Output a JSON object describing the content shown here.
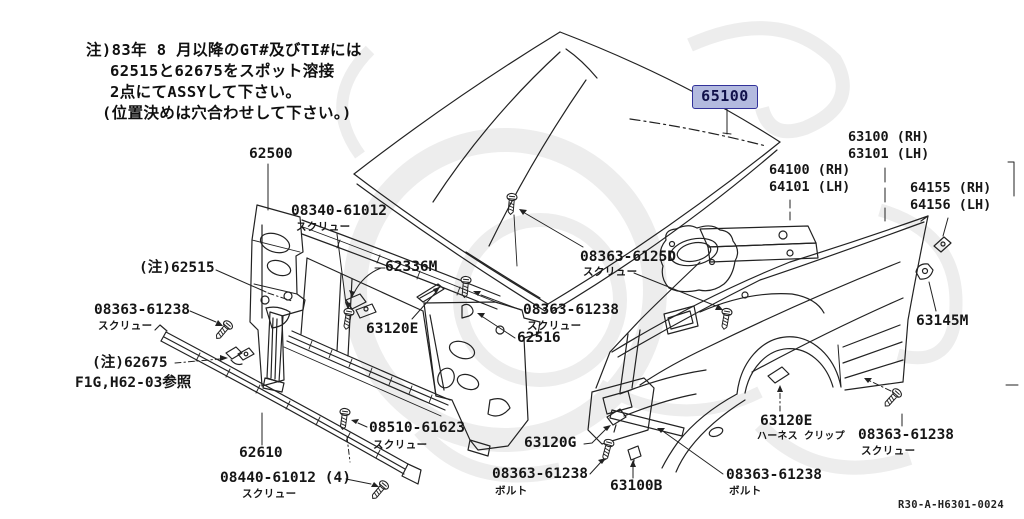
{
  "note": {
    "lines": [
      "注)83年 8 月以降のGT#及びTI#には",
      "62515と62675をスポット溶接",
      "2点にてASSYして下さい。",
      "(位置決めは穴合わせして下さい。)"
    ]
  },
  "highlight": {
    "part": "65100",
    "fill": "#b3badf",
    "border": "#32329a"
  },
  "callouts": [
    {
      "part": "62500"
    },
    {
      "part": "08340-61012",
      "kind": "スクリュー"
    },
    {
      "part": "(注)62515"
    },
    {
      "part": "62336M"
    },
    {
      "part": "08363-61238",
      "kind": "スクリュー"
    },
    {
      "part": "63120E"
    },
    {
      "part": "08363-61238",
      "kind": "スクリュー"
    },
    {
      "part": "62516"
    },
    {
      "part": "(注)62675"
    },
    {
      "part": "F1G,H62-03参照"
    },
    {
      "part": "62610"
    },
    {
      "part": "08510-61623",
      "kind": "スクリュー"
    },
    {
      "part": "08440-61012 (4)",
      "kind": "スクリュー"
    },
    {
      "part": "63120G"
    },
    {
      "part": "08363-61238",
      "kind": "ボルト"
    },
    {
      "part": "63100B"
    },
    {
      "part": "08363-6125D",
      "kind": "スクリュー"
    },
    {
      "part": "63100 (RH)"
    },
    {
      "part": "63101 (LH)"
    },
    {
      "part": "64100 (RH)"
    },
    {
      "part": "64101 (LH)"
    },
    {
      "part": "64155 (RH)"
    },
    {
      "part": "64156 (LH)"
    },
    {
      "part": "63145M"
    },
    {
      "part": "63120E",
      "kind": "ハーネス クリップ"
    },
    {
      "part": "08363-61238",
      "kind": "スクリュー"
    },
    {
      "part": "08363-61238",
      "kind": "ボルト"
    }
  ],
  "ref_code": "R30-A-H6301-0024"
}
